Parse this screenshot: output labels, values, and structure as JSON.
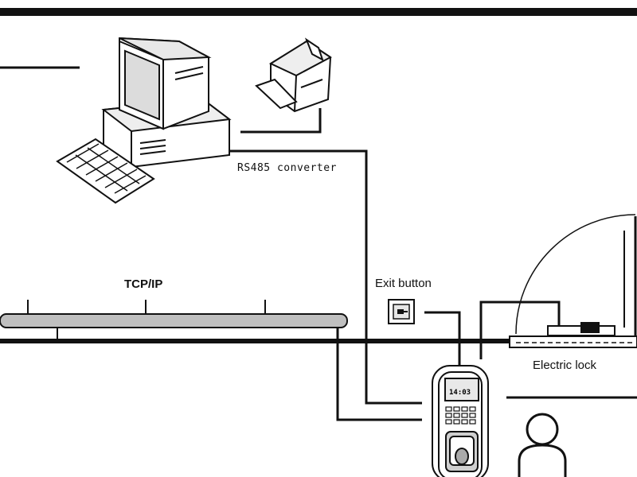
{
  "labels": {
    "rs485": "RS485 converter",
    "tcpip": "TCP/IP",
    "exit_button": "Exit button",
    "electric_lock": "Electric lock",
    "device_time": "14:03"
  },
  "icons": [
    "computer-icon",
    "printer-icon",
    "keyboard-icon",
    "exit-button-icon",
    "terminal-icon",
    "user-icon",
    "door-icon",
    "electric-lock-icon"
  ]
}
